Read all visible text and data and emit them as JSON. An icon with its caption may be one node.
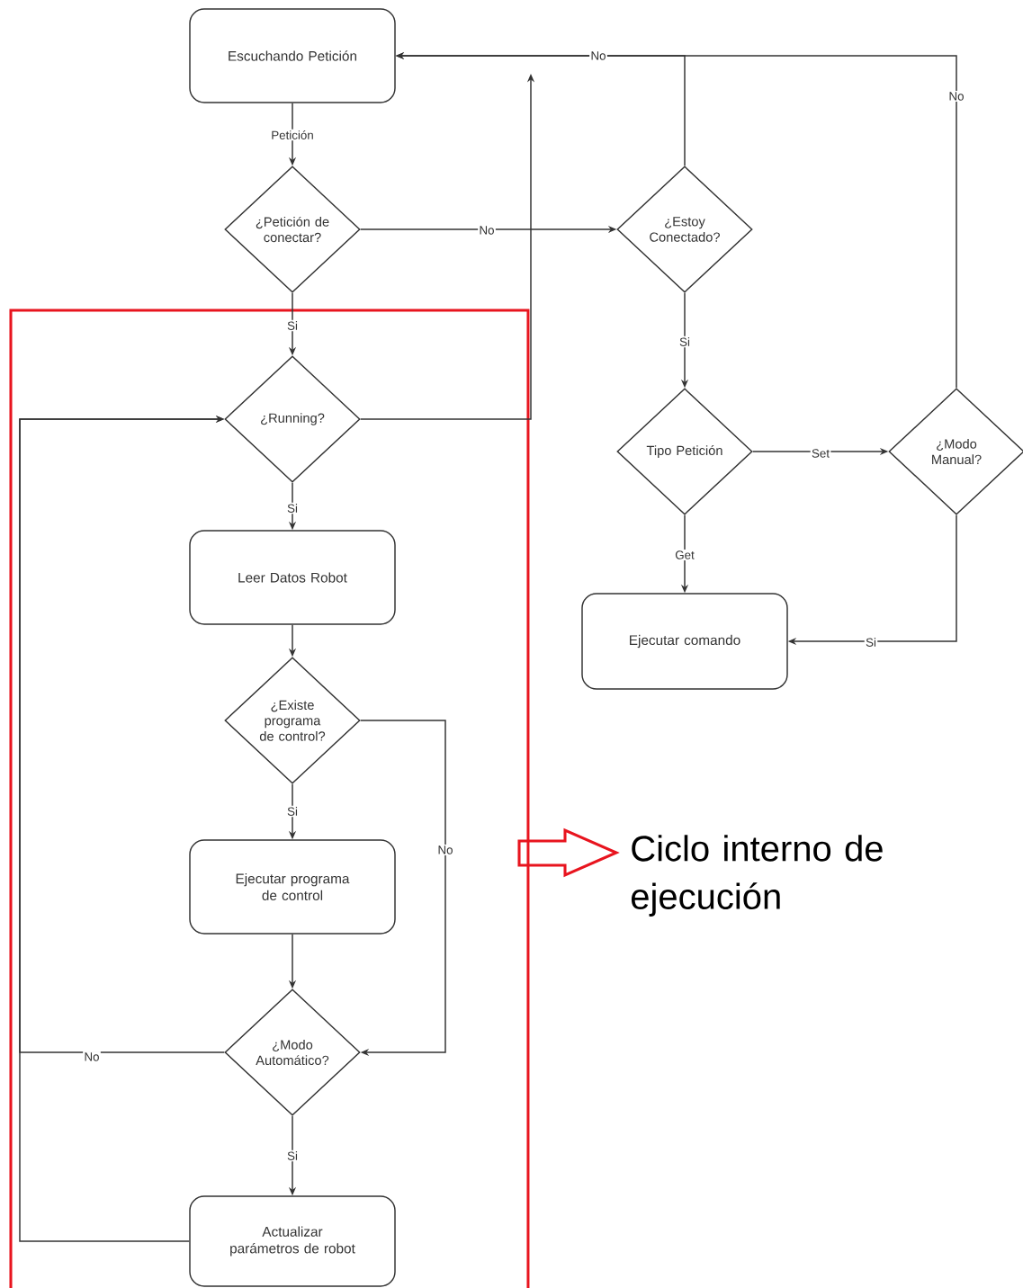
{
  "diagram": {
    "nodes": [
      {
        "text": [
          "Escuchando Petición"
        ]
      },
      {
        "text": [
          "¿Petición de conectar?"
        ]
      },
      {
        "text": [
          "¿Estoy Conectado?"
        ]
      },
      {
        "text": [],
        "shape": "box",
        "beside": [
          "Ciclo interno de ejecución"
        ]
      },
      {
        "text": [
          "¿Running?"
        ],
        "in": 3
      },
      {
        "text": [
          "Tipo Petición"
        ]
      },
      {
        "text": [
          "¿Modo Manual?"
        ]
      },
      {
        "text": [
          "Leer Datos Robot"
        ],
        "in": 3
      },
      {
        "text": [
          "Ejecutar comando"
        ]
      },
      {
        "text": [
          "¿Existe programa de control?"
        ],
        "in": 3
      },
      {
        "text": [
          "Ejecutar programa de control"
        ],
        "in": 3
      },
      {
        "text": [
          "¿Modo Automático?"
        ],
        "in": 3
      },
      {
        "text": [
          "Actualizar parámetros de robot"
        ],
        "in": 3
      }
    ],
    "edges": [
      {
        "from": 0,
        "to": 1,
        "arrow": "to",
        "label": "Petición"
      },
      {
        "from": 1,
        "to": 2,
        "arrow": "to",
        "label": "No"
      },
      {
        "from": 1,
        "to": 4,
        "arrow": "to",
        "label": "Si"
      },
      {
        "from": 2,
        "to": 0,
        "arrow": "to",
        "label": "No"
      },
      {
        "from": 6,
        "to": 0,
        "arrow": "to",
        "label": "No"
      },
      {
        "from": 4,
        "to": null,
        "arrow": "to"
      },
      {
        "from": 4,
        "to": 7,
        "arrow": "to",
        "label": "Si"
      },
      {
        "from": 2,
        "to": 5,
        "arrow": "to",
        "label": "Si"
      },
      {
        "from": 5,
        "to": 6,
        "arrow": "to",
        "label": "Set"
      },
      {
        "from": 5,
        "to": 8,
        "arrow": "to",
        "label": "Get"
      },
      {
        "from": 6,
        "to": 8,
        "arrow": "to",
        "label": "Si"
      },
      {
        "from": 7,
        "to": 9,
        "arrow": "to"
      },
      {
        "from": 9,
        "to": 10,
        "arrow": "to",
        "label": "Si"
      },
      {
        "from": 9,
        "to": 11,
        "arrow": "to",
        "label": "No"
      },
      {
        "from": 10,
        "to": 11,
        "arrow": "to"
      },
      {
        "from": 11,
        "to": 4,
        "arrow": "to",
        "label": "No"
      },
      {
        "from": 11,
        "to": 12,
        "arrow": "to",
        "label": "Si"
      },
      {
        "from": 12,
        "to": 4,
        "arrow": "to"
      }
    ]
  }
}
